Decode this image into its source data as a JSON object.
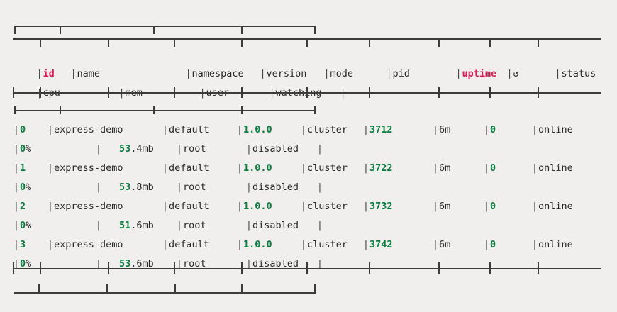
{
  "terminal": {
    "background": "#f0efee",
    "foreground": "#2a2a2a",
    "accent_key": "#d81b52",
    "accent_value": "#0a7d3f",
    "rule_color": "#3c3c3c"
  },
  "table_main": {
    "headers": [
      "id",
      "name",
      "namespace",
      "version",
      "mode",
      "pid",
      "uptime",
      "↺",
      "status"
    ],
    "header_colors": [
      "key",
      "plain",
      "plain",
      "plain",
      "plain",
      "plain",
      "key",
      "plain",
      "plain"
    ],
    "rows": [
      {
        "id": "0",
        "name": "express-demo",
        "namespace": "default",
        "version": "1.0.0",
        "mode": "cluster",
        "pid": "3712",
        "uptime": "6m",
        "restarts": "0",
        "status": "online"
      },
      {
        "id": "1",
        "name": "express-demo",
        "namespace": "default",
        "version": "1.0.0",
        "mode": "cluster",
        "pid": "3722",
        "uptime": "6m",
        "restarts": "0",
        "status": "online"
      },
      {
        "id": "2",
        "name": "express-demo",
        "namespace": "default",
        "version": "1.0.0",
        "mode": "cluster",
        "pid": "3732",
        "uptime": "6m",
        "restarts": "0",
        "status": "online"
      },
      {
        "id": "3",
        "name": "express-demo",
        "namespace": "default",
        "version": "1.0.0",
        "mode": "cluster",
        "pid": "3742",
        "uptime": "6m",
        "restarts": "0",
        "status": "online"
      }
    ]
  },
  "table_sub": {
    "headers": [
      "cpu",
      "mem",
      "user",
      "watching"
    ],
    "rows": [
      {
        "cpu_value": "0",
        "cpu_unit": "%",
        "mem_value": "53",
        "mem_unit": ".4mb",
        "user": "root",
        "watching": "disabled"
      },
      {
        "cpu_value": "0",
        "cpu_unit": "%",
        "mem_value": "53",
        "mem_unit": ".8mb",
        "user": "root",
        "watching": "disabled"
      },
      {
        "cpu_value": "0",
        "cpu_unit": "%",
        "mem_value": "51",
        "mem_unit": ".6mb",
        "user": "root",
        "watching": "disabled"
      },
      {
        "cpu_value": "0",
        "cpu_unit": "%",
        "mem_value": "53",
        "mem_unit": ".6mb",
        "user": "root",
        "watching": "disabled"
      }
    ]
  },
  "icons": {
    "restart": "↺"
  }
}
